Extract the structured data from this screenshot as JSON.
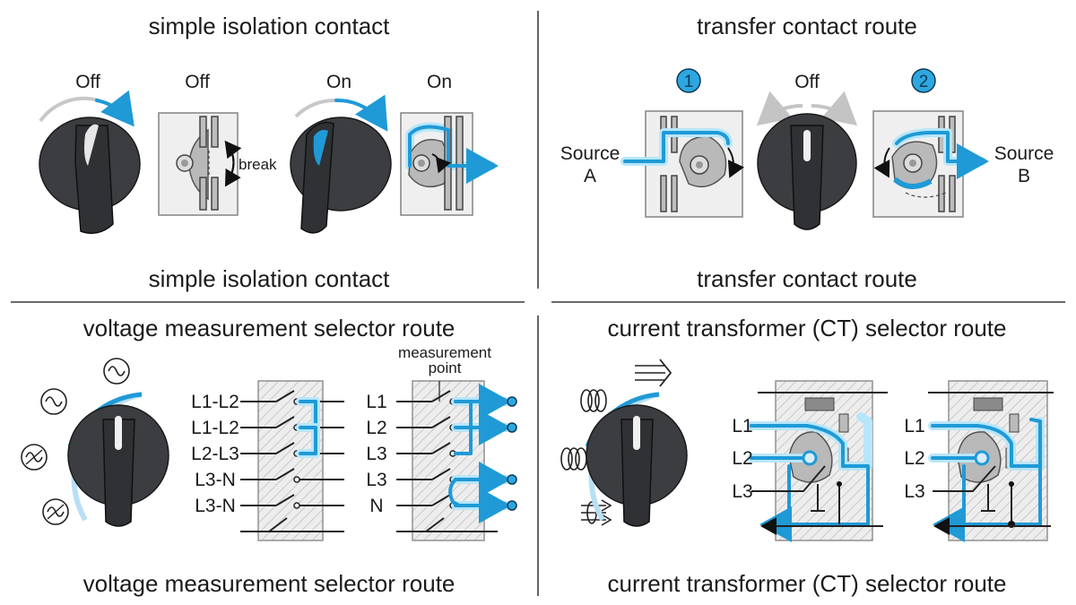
{
  "colors": {
    "accent": "#1f9ad6",
    "knob": "#3b3d40",
    "panel": "#efefef",
    "divider": "#555555"
  },
  "quadrants": {
    "isolation": {
      "title_top": "simple isolation contact",
      "title_bottom": "simple isolation contact",
      "knob_off_label": "Off",
      "panel_off_label": "Off",
      "knob_on_label": "On",
      "panel_on_label": "On",
      "break_label": "break"
    },
    "transfer": {
      "title_top": "transfer contact route",
      "title_bottom": "transfer contact route",
      "badge_1": "1",
      "badge_2": "2",
      "off_label": "Off",
      "source_a_line1": "Source",
      "source_a_line2": "A",
      "source_b_line1": "Source",
      "source_b_line2": "B"
    },
    "voltage": {
      "title_top": "voltage measurement selector route",
      "title_bottom": "voltage measurement selector route",
      "left_rows": [
        "L1-L2",
        "L1-L2",
        "L2-L3",
        "L3-N",
        "L3-N"
      ],
      "right_rows": [
        "L1",
        "L2",
        "L3",
        "L3",
        "N"
      ],
      "measurement_point_line1": "measurement",
      "measurement_point_line2": "point",
      "dial_icons": [
        "sine-wave-icon",
        "sine-wave-icon",
        "sine-wave-icon",
        "sine-wave-icon"
      ]
    },
    "ct": {
      "title_top": "current transformer (CT) selector route",
      "title_bottom": "current transformer (CT) selector route",
      "left_rows": [
        "L1",
        "L2",
        "L3"
      ],
      "right_rows": [
        "L1",
        "L2",
        "L3"
      ],
      "dial_icons": [
        "coil-icon",
        "coil-icon",
        "current-arrows-icon",
        "current-arrows-icon"
      ]
    }
  }
}
